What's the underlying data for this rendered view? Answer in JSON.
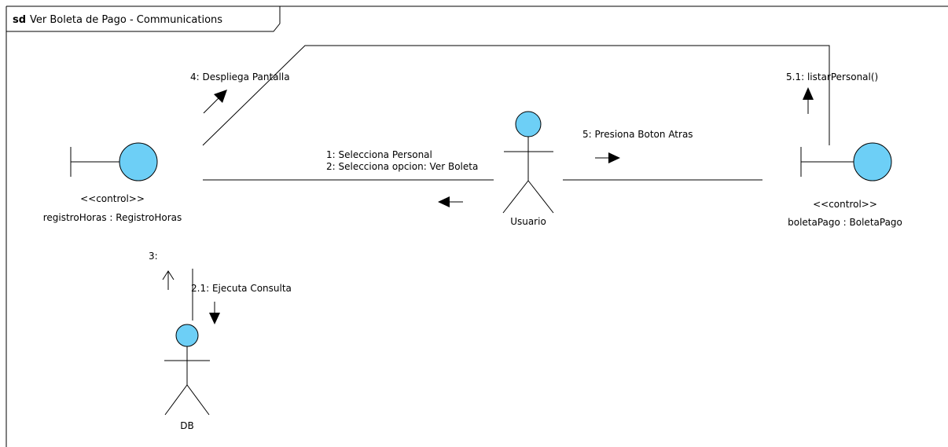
{
  "frame": {
    "keyword": "sd",
    "title": "Ver Boleta de Pago - Communications"
  },
  "objects": {
    "registro": {
      "stereotype": "<<control>>",
      "name": "registroHoras : RegistroHoras"
    },
    "boleta": {
      "stereotype": "<<control>>",
      "name": "boletaPago : BoletaPago"
    },
    "usuario": {
      "name": "Usuario"
    },
    "db": {
      "name": "DB"
    }
  },
  "messages": {
    "m1": "1: Selecciona Personal",
    "m2": "2: Selecciona opcion: Ver  Boleta",
    "m21": "2.1: Ejecuta Consulta",
    "m3": "3:",
    "m4": "4: Despliega Pantalla",
    "m5": "5: Presiona Boton Atras",
    "m51": "5.1: listarPersonal()"
  },
  "colors": {
    "fill": "#6dcff6",
    "stroke": "#000000"
  }
}
